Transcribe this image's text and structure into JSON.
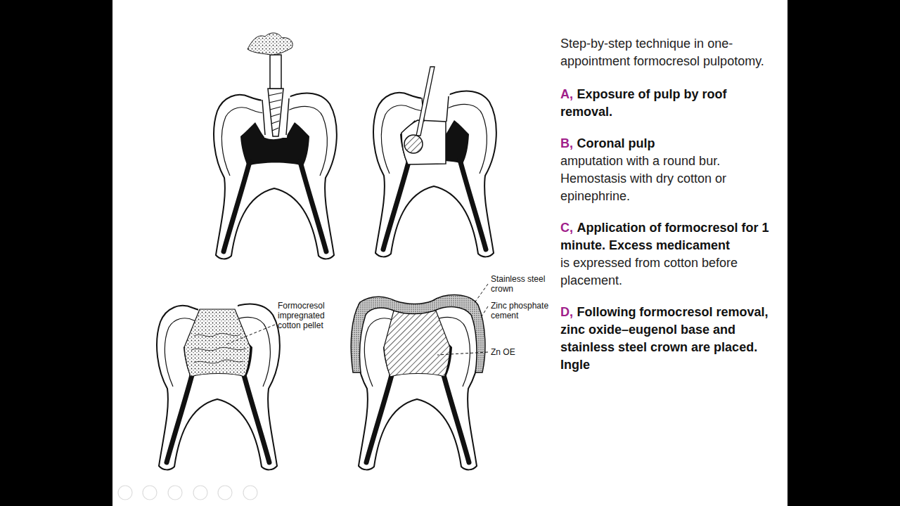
{
  "diagram": {
    "title": "Step-by-step technique in one-appointment formocresol pulpotomy.",
    "labels": [
      "Formocresol impregnated cotton pellet",
      "Stainless steel crown",
      "Zinc phosphate cement",
      "Zn OE",
      "A,",
      "Exposure of pulp by roof removal.",
      "B,",
      "Coronal pulp",
      "amputation with a round bur. Hemostasis with dry cotton or epinephrine.",
      "C,",
      "Application of formocresol for 1 minute. Excess medicament",
      "is expressed from cotton before placement.",
      "D,",
      "Following formocresol removal, zinc oxide–eugenol base and stainless steel crown are placed.",
      "Ingle"
    ]
  }
}
